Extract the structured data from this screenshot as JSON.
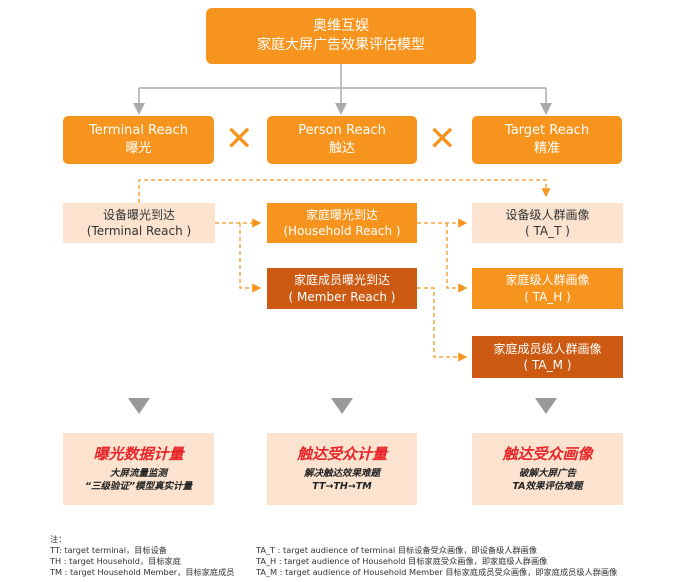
{
  "title": {
    "line1": "奥维互娱",
    "line2": "家庭大屏广告效果评估模型"
  },
  "dimensions": [
    {
      "en": "Terminal Reach",
      "zh": "曝光"
    },
    {
      "en": "Person Reach",
      "zh": "触达"
    },
    {
      "en": "Target Reach",
      "zh": "精准"
    }
  ],
  "cross_symbol": "✕",
  "levels": {
    "device_reach": {
      "zh": "设备曝光到达",
      "en": "(Terminal Reach )"
    },
    "household_reach": {
      "zh": "家庭曝光到达",
      "en": "(Household Reach )"
    },
    "member_reach": {
      "zh": "家庭成员曝光到达",
      "en": "( Member Reach )"
    },
    "device_profile": {
      "zh": "设备级人群画像",
      "en": "( TA_T )"
    },
    "household_profile": {
      "zh": "家庭级人群画像",
      "en": "( TA_H )"
    },
    "member_profile": {
      "zh": "家庭成员级人群画像",
      "en": "( TA_M )"
    }
  },
  "outcomes": [
    {
      "title": "曝光数据计量",
      "lines": [
        "大屏流量监测",
        "“三级验证”模型真实计量"
      ]
    },
    {
      "title": "触达受众计量",
      "lines": [
        "解决触达效果难题",
        "TT→TH→TM"
      ]
    },
    {
      "title": "触达受众画像",
      "lines": [
        "破解大屏广告",
        "TA效果评估难题"
      ]
    }
  ],
  "notes": {
    "heading": "注：",
    "left": [
      "TT: target terminal，目标设备",
      "TH : target Household，目标家庭",
      "TM : target Household Member，目标家庭成员"
    ],
    "right": [
      "TA_T :  target audience  of terminal 目标设备受众画像，即设备级人群画像",
      "TA_H :  target audience  of Household 目标家庭受众画像，即家庭级人群画像",
      "TA_M : target audience  of Household Member 目标家庭成员受众画像，即家庭成员级人群画像"
    ]
  },
  "colors": {
    "orange": "#f7941d",
    "dark_orange": "#cc5a12",
    "pale": "#fbe3d0",
    "red": "#e8262a",
    "connector_gray": "#aaaaaa"
  }
}
